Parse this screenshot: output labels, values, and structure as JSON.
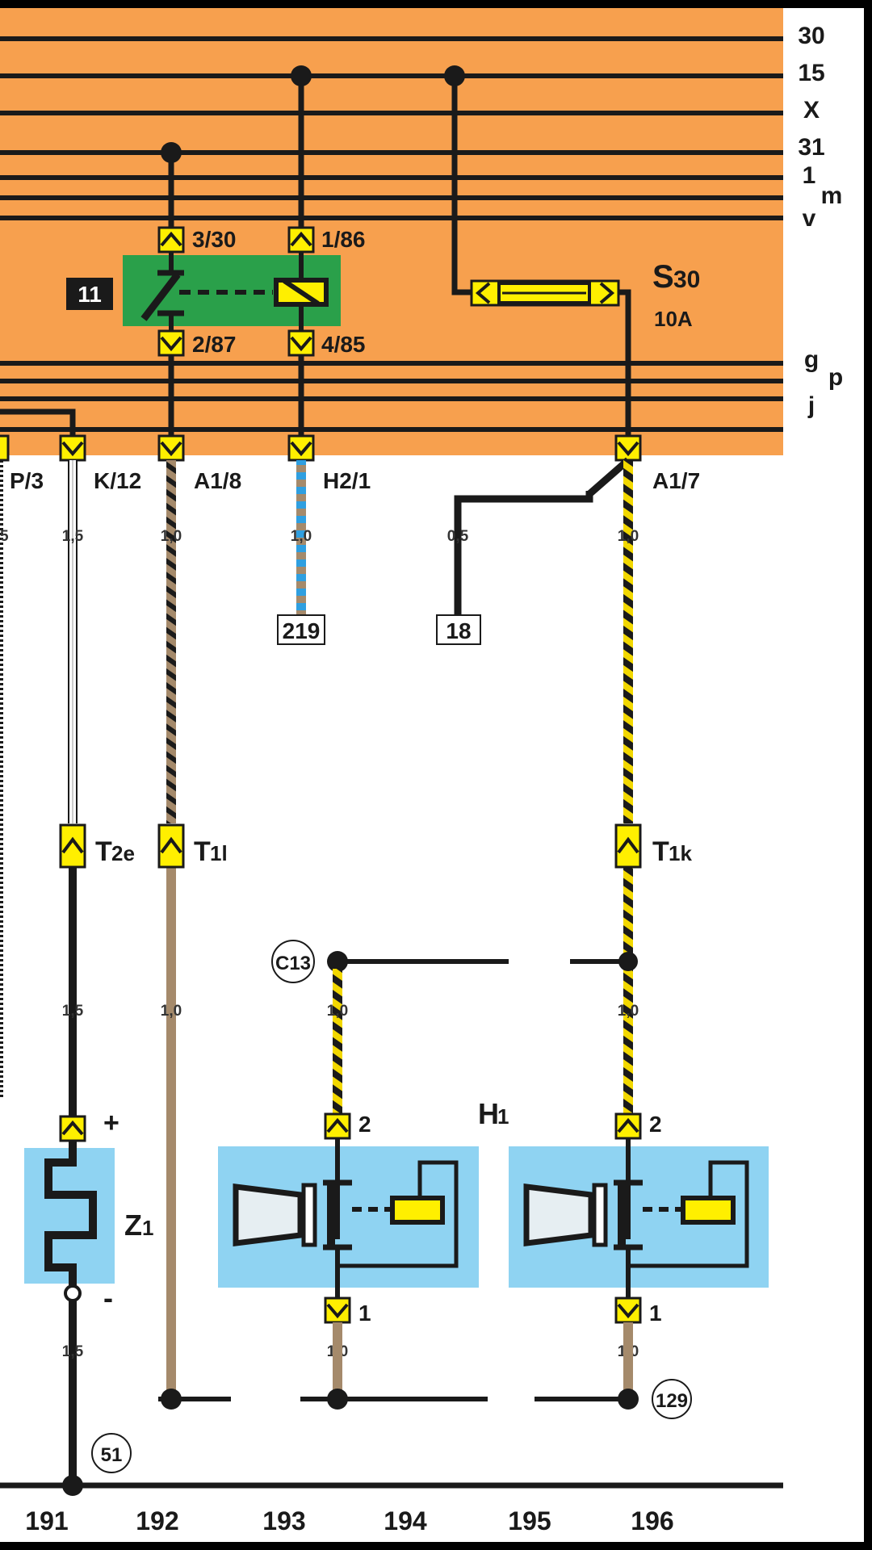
{
  "rails": {
    "r30": "30",
    "r15": "15",
    "rX": "X",
    "r31": "31",
    "r1": "1",
    "rm": "m",
    "rv": "v",
    "rg": "g",
    "rp": "p",
    "rj": "j"
  },
  "relay": {
    "id": "11",
    "pin_30": "3/30",
    "pin_86": "1/86",
    "pin_87": "2/87",
    "pin_85": "4/85"
  },
  "fuse": {
    "letter": "S",
    "number": "30",
    "rating": "10A"
  },
  "connectors": {
    "p3": "P/3",
    "k12": "K/12",
    "a18": "A1/8",
    "h21": "H2/1",
    "a17": "A1/7"
  },
  "gauges": {
    "g_left": "5",
    "g_k12": "1,5",
    "g_a18": "1,0",
    "g_h21": "1,0",
    "g_18": "0,5",
    "g_a17": "1,0",
    "g_191_mid": "1,5",
    "g_192_mid": "1,0",
    "g_193_mid": "1,0",
    "g_196_mid": "1,0",
    "g_191_low": "1,5",
    "g_193_low": "1,0",
    "g_196_low": "1,0"
  },
  "references": {
    "ref219": "219",
    "ref18": "18",
    "c13": "C13",
    "ref129": "129",
    "ref51": "51"
  },
  "terminals": {
    "t2e_main": "T",
    "t2e_sub": "2e",
    "t1l_main": "T",
    "t1l_sub": "1l",
    "t1k_main": "T",
    "t1k_sub": "1k"
  },
  "components": {
    "heater_main": "Z",
    "heater_sub": "1",
    "heater_plus": "+",
    "heater_minus": "-",
    "horn_main": "H",
    "horn_sub": "1",
    "horn_a_pin_top": "2",
    "horn_a_pin_bottom": "1",
    "horn_b_pin_top": "2",
    "horn_b_pin_bottom": "1"
  },
  "columns": [
    "191",
    "192",
    "193",
    "194",
    "195",
    "196"
  ],
  "colors": {
    "panel": "#f7a04e",
    "relay_box": "#2aa04a",
    "component_box": "#8fd3f2",
    "connector": "#ffef00",
    "wire_black": "#1a1a1a",
    "wire_brown": "#a58a6b",
    "wire_blue": "#2f9fe0",
    "wire_yellow": "#f2d800"
  }
}
